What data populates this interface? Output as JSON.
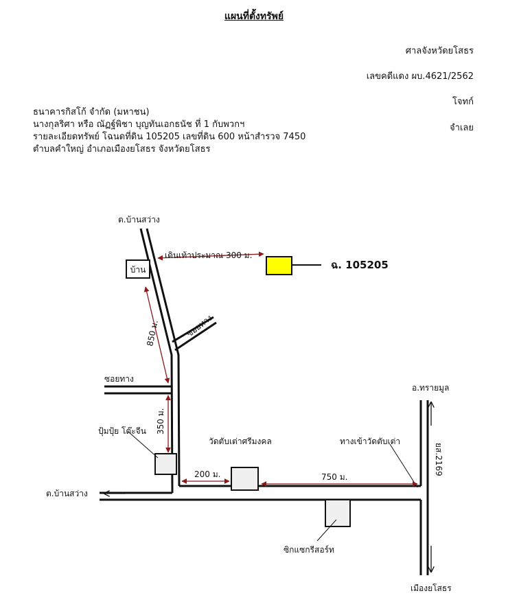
{
  "header": {
    "title": "แผนที่ตั้งทรัพย์",
    "court": "ศาลจังหวัดยโสธร",
    "case_number": "เลขคดีแดง ผบ.4621/2562",
    "plaintiff_label": "โจทก์",
    "defendant_label": "จำเลย"
  },
  "parties": {
    "plaintiff": "ธนาคารกิสโก้ จำกัด (มหาชน)",
    "defendant": "นางกุลริศา หรือ ณัฏฐ์พิชา บุญทันเอกธนัช  ที่ 1 กับพวกฯ",
    "property_detail": "รายละเอียดทรัพย์ โฉนดที่ดิน 105205 เลขที่ดิน 600 หน้าสำรวจ 7450",
    "location": "ตำบลคำใหญ่  อำเภอเมืองยโสธร  จังหวัดยโสธร"
  },
  "map": {
    "top_road_label": "ต.บ้านสว่าง",
    "house_label": "บ้าน",
    "walk_distance": "เดินเท้าประมาณ 300 ม.",
    "deed_label": "ฉ. 105205",
    "deed_color": "#ffff00",
    "soi_diagonal": "ซอยทาง",
    "dist_850": "850 ม.",
    "soi_left": "ซอยทาง",
    "dist_350": "350 ม.",
    "shop_label": "ปุ้มปุ้ย โต๊ะจีน",
    "temple_label": "วัดตับเต่าศรีมงคล",
    "temple_entrance": "ทางเข้าวัดตับเต่า",
    "dist_200": "200 ม.",
    "dist_750": "750 ม.",
    "left_road_label": "ต.บ้านสว่าง",
    "sai_mun_label": "อ.ทรายมูล",
    "route_label": "ยส.2169",
    "store_label": "ซิกแซกรีสอร์ท",
    "yasothon_label": "เมืองยโสธร",
    "arrow_color": "#8b1a1a"
  }
}
